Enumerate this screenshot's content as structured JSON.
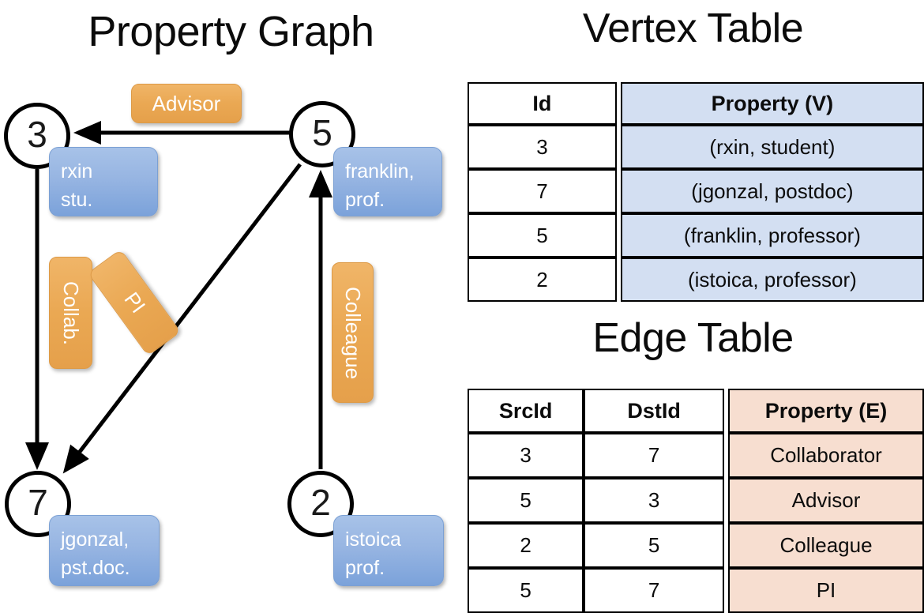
{
  "titles": {
    "property_graph": "Property Graph",
    "vertex_table": "Vertex Table",
    "edge_table": "Edge Table"
  },
  "graph": {
    "nodes": [
      {
        "id": "3",
        "property_line1": "rxin",
        "property_line2": "stu."
      },
      {
        "id": "5",
        "property_line1": "franklin,",
        "property_line2": "prof."
      },
      {
        "id": "7",
        "property_line1": "jgonzal,",
        "property_line2": "pst.doc."
      },
      {
        "id": "2",
        "property_line1": "istoica",
        "property_line2": "prof."
      }
    ],
    "edge_labels": [
      {
        "name": "advisor",
        "label": "Advisor"
      },
      {
        "name": "collab",
        "label": "Collab."
      },
      {
        "name": "pi",
        "label": "PI"
      },
      {
        "name": "colleague",
        "label": "Colleague"
      }
    ],
    "edges": [
      {
        "src": "5",
        "dst": "3",
        "label": "Advisor"
      },
      {
        "src": "3",
        "dst": "7",
        "label": "Collab."
      },
      {
        "src": "5",
        "dst": "7",
        "label": "PI"
      },
      {
        "src": "2",
        "dst": "5",
        "label": "Colleague"
      }
    ]
  },
  "vertex_table": {
    "columns": [
      "Id",
      "Property (V)"
    ],
    "rows": [
      {
        "id": "3",
        "property": "(rxin, student)"
      },
      {
        "id": "7",
        "property": "(jgonzal, postdoc)"
      },
      {
        "id": "5",
        "property": "(franklin, professor)"
      },
      {
        "id": "2",
        "property": "(istoica, professor)"
      }
    ]
  },
  "edge_table": {
    "columns": [
      "SrcId",
      "DstId",
      "Property (E)"
    ],
    "rows": [
      {
        "src": "3",
        "dst": "7",
        "property": "Collaborator"
      },
      {
        "src": "5",
        "dst": "3",
        "property": "Advisor"
      },
      {
        "src": "2",
        "dst": "5",
        "property": "Colleague"
      },
      {
        "src": "5",
        "dst": "7",
        "property": "PI"
      }
    ]
  },
  "colors": {
    "vertex_property_fill": "#d3dff2",
    "edge_property_fill": "#f7ded0",
    "node_box_blue": "#97b5e2",
    "edge_label_orange": "#eaa853",
    "stroke": "#000000"
  }
}
